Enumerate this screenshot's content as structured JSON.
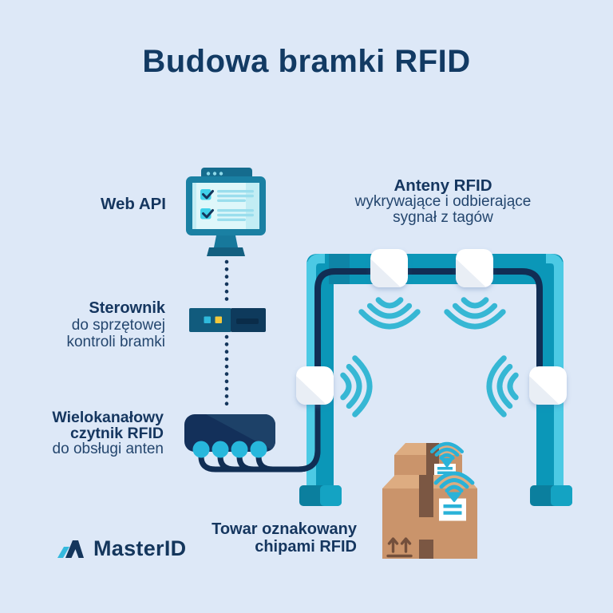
{
  "title": "Budowa bramki RFID",
  "sections": {
    "web_api": {
      "label": "Web API"
    },
    "antennas": {
      "title": "Anteny RFID",
      "desc_line1": "wykrywające i odbierające",
      "desc_line2": "sygnał z tagów"
    },
    "controller": {
      "title": "Sterownik",
      "desc_line1": "do sprzętowej",
      "desc_line2": "kontroli bramki"
    },
    "reader": {
      "title_line1": "Wielokanałowy",
      "title_line2": "czytnik RFID",
      "desc": "do obsługi anten"
    },
    "goods": {
      "title_line1": "Towar oznakowany",
      "title_line2": "chipami RFID"
    }
  },
  "brand": {
    "name": "MasterID"
  },
  "palette": {
    "background": "#dde8f7",
    "navy_text": "#15365f",
    "navy_cable": "#112e54",
    "gate_teal": "#0b97b8",
    "gate_cyan_light": "#4ccae4",
    "gate_teal_dark": "#0e84a6",
    "signal_cyan": "#36b7d4",
    "reader_navy": "#13305a",
    "port_cyan": "#27b7dc",
    "led_cyan": "#2fbbdd",
    "led_yellow": "#f3c83c",
    "monitor_frame": "#1a80a3",
    "screen_cyan": "#c2edf4",
    "box_tan": "#ca946b",
    "box_flap": "#ddac81",
    "box_tape": "#7b5743",
    "antenna_white": "#ffffff"
  }
}
